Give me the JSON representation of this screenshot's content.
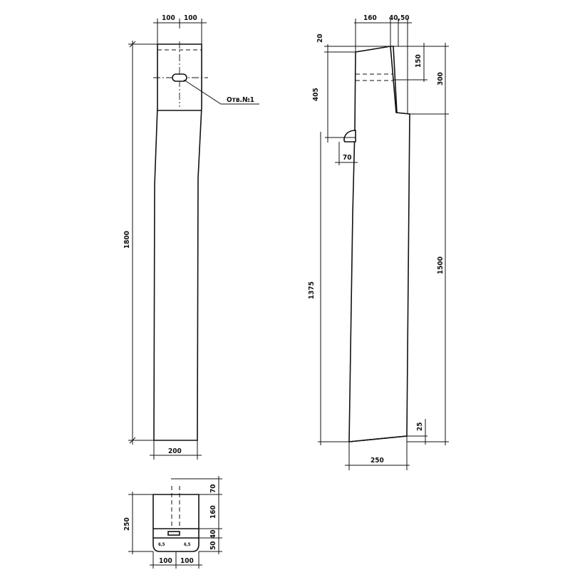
{
  "front_view": {
    "top_width_left": "100",
    "top_width_right": "100",
    "height": "1800",
    "bottom_width": "200",
    "hole_label": "Отв.№1"
  },
  "side_view": {
    "top_width": "160",
    "top_offsets": "40,50",
    "top_drop": "20",
    "upper_length": "405",
    "notch_depth": "150",
    "upper_height": "300",
    "hook_width": "70",
    "lower_length": "1375",
    "main_length": "1500",
    "bottom_rise": "25",
    "bottom_width": "250"
  },
  "section_view": {
    "height": "250",
    "top_dim": "70",
    "middle_dim": "160",
    "dim_40": "40",
    "dim_50": "50",
    "width_left": "100",
    "width_right": "100",
    "small_left": "6,5",
    "small_right": "6,5"
  }
}
